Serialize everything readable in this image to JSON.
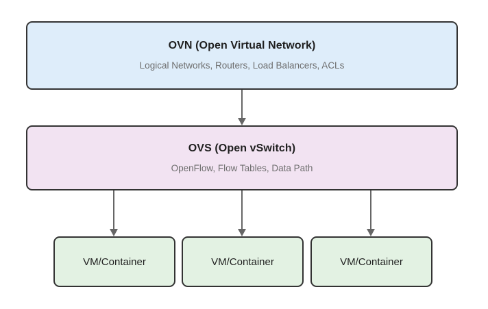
{
  "diagram": {
    "type": "layered-architecture-diagram",
    "background_color": "#ffffff",
    "layers": [
      {
        "id": "ovn",
        "title": "OVN (Open Virtual Network)",
        "subtitle": "Logical Networks, Routers, Load Balancers, ACLs",
        "fill_color": "#deedfa",
        "border_color": "#333333"
      },
      {
        "id": "ovs",
        "title": "OVS (Open vSwitch)",
        "subtitle": "OpenFlow, Flow Tables, Data Path",
        "fill_color": "#f2e3f2",
        "border_color": "#333333"
      }
    ],
    "endpoints": {
      "fill_color": "#e3f2e3",
      "border_color": "#333333",
      "items": [
        {
          "id": "vm-1",
          "label": "VM/Container"
        },
        {
          "id": "vm-2",
          "label": "VM/Container"
        },
        {
          "id": "vm-3",
          "label": "VM/Container"
        }
      ]
    },
    "connectors": {
      "color": "#666666",
      "style": "solid-line-with-filled-arrowhead",
      "edges": [
        {
          "id": "ovn-to-ovs",
          "from": "ovn",
          "to": "ovs"
        },
        {
          "id": "ovs-to-vm-1",
          "from": "ovs",
          "to": "vm-1"
        },
        {
          "id": "ovs-to-vm-2",
          "from": "ovs",
          "to": "vm-2"
        },
        {
          "id": "ovs-to-vm-3",
          "from": "ovs",
          "to": "vm-3"
        }
      ]
    }
  }
}
